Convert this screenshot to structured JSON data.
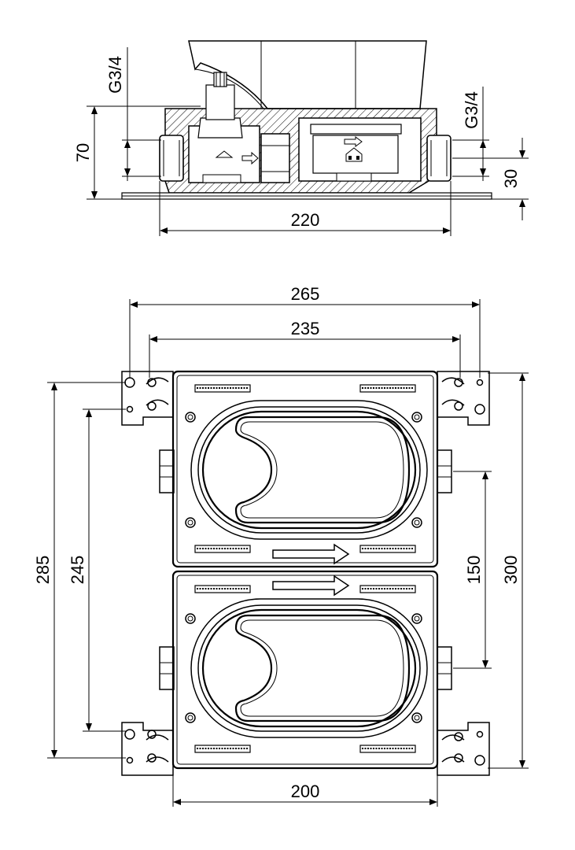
{
  "title": "",
  "side_view": {
    "thread_left": "G3/4",
    "thread_right": "G3/4",
    "height_total": "70",
    "height_inlet": "30",
    "width": "220"
  },
  "top_view": {
    "width_overall": "265",
    "width_mounting": "235",
    "width_body": "200",
    "height_overall_left": "285",
    "height_mounting_left": "245",
    "port_spacing": "150",
    "height_overall_right": "300"
  }
}
